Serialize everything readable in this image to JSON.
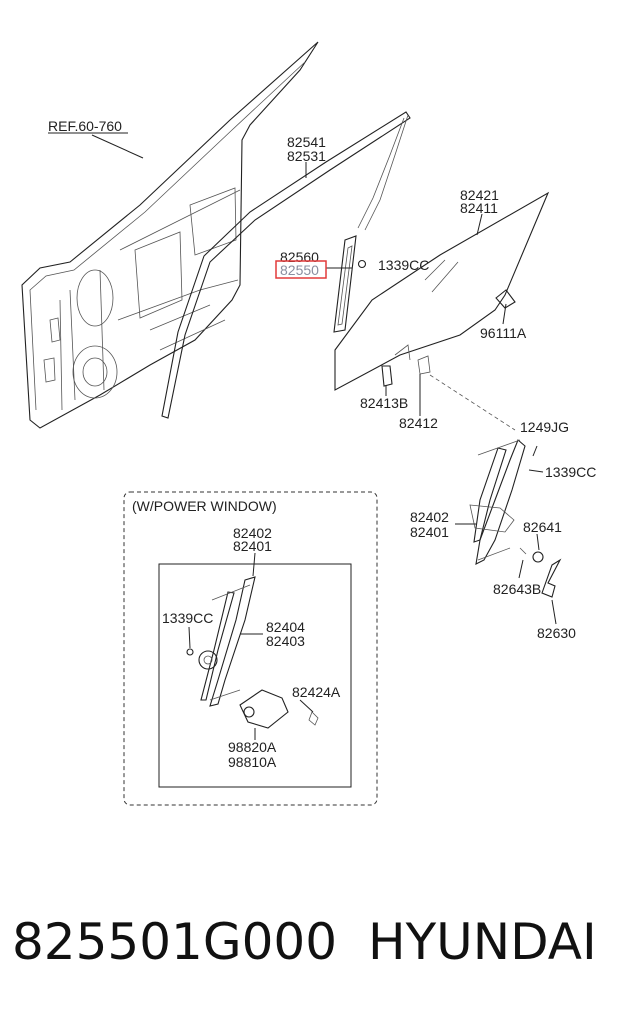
{
  "labels": {
    "ref": "REF.60-760",
    "p82541": "82541",
    "p82531": "82531",
    "p82421": "82421",
    "p82411": "82411",
    "p82560": "82560",
    "p82550": "82550",
    "p1339cc_a": "1339CC",
    "p96111a": "96111A",
    "p82413b": "82413B",
    "p82412": "82412",
    "p1249jg": "1249JG",
    "p1339cc_b": "1339CC",
    "p82402_a": "82402",
    "p82401_a": "82401",
    "p82641": "82641",
    "p82643b": "82643B",
    "p82630": "82630",
    "power_window": "(W/POWER WINDOW)",
    "p82402_b": "82402",
    "p82401_b": "82401",
    "p1339cc_c": "1339CC",
    "p82404": "82404",
    "p82403": "82403",
    "p82424a": "82424A",
    "p98820a": "98820A",
    "p98810a": "98810A"
  },
  "footer": {
    "part_number": "825501G000",
    "brand": "HYUNDAI"
  },
  "colors": {
    "highlight_box": "#e23a3a",
    "highlight_text": "#8a8fa0"
  }
}
